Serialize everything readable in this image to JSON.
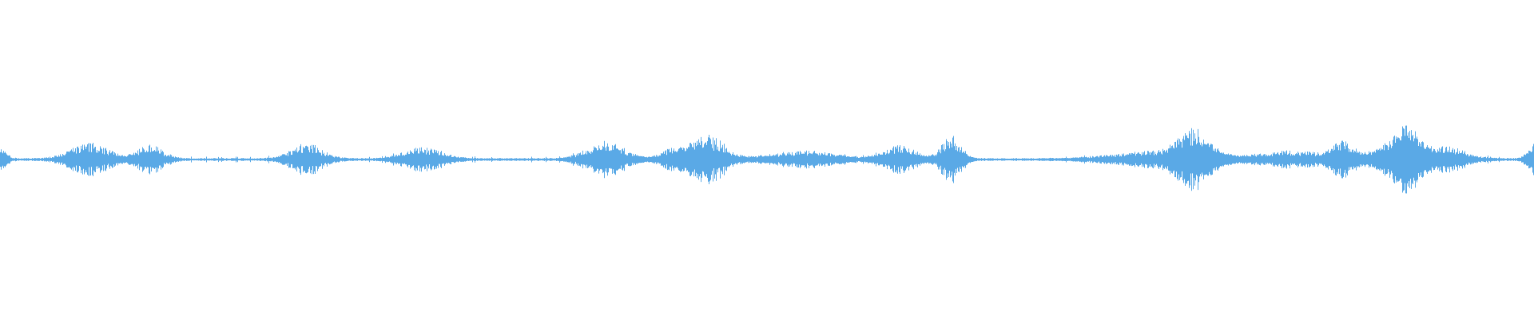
{
  "waveform": {
    "color": "#5aa9e6",
    "background": "#ffffff",
    "duration_fraction_peaks": [
      {
        "pos": 0.0,
        "amp": 0.14,
        "spread": 0.004
      },
      {
        "pos": 0.058,
        "amp": 0.2,
        "spread": 0.012
      },
      {
        "pos": 0.098,
        "amp": 0.18,
        "spread": 0.008
      },
      {
        "pos": 0.2,
        "amp": 0.19,
        "spread": 0.01
      },
      {
        "pos": 0.276,
        "amp": 0.15,
        "spread": 0.012
      },
      {
        "pos": 0.395,
        "amp": 0.22,
        "spread": 0.012
      },
      {
        "pos": 0.44,
        "amp": 0.14,
        "spread": 0.008
      },
      {
        "pos": 0.462,
        "amp": 0.3,
        "spread": 0.01
      },
      {
        "pos": 0.524,
        "amp": 0.1,
        "spread": 0.02
      },
      {
        "pos": 0.586,
        "amp": 0.17,
        "spread": 0.01
      },
      {
        "pos": 0.62,
        "amp": 0.32,
        "spread": 0.006
      },
      {
        "pos": 0.76,
        "amp": 0.1,
        "spread": 0.03
      },
      {
        "pos": 0.778,
        "amp": 0.32,
        "spread": 0.01
      },
      {
        "pos": 0.845,
        "amp": 0.1,
        "spread": 0.02
      },
      {
        "pos": 0.875,
        "amp": 0.2,
        "spread": 0.006
      },
      {
        "pos": 0.905,
        "amp": 0.14,
        "spread": 0.014
      },
      {
        "pos": 0.917,
        "amp": 0.34,
        "spread": 0.008
      },
      {
        "pos": 0.943,
        "amp": 0.16,
        "spread": 0.012
      },
      {
        "pos": 1.0,
        "amp": 0.2,
        "spread": 0.004
      }
    ]
  }
}
